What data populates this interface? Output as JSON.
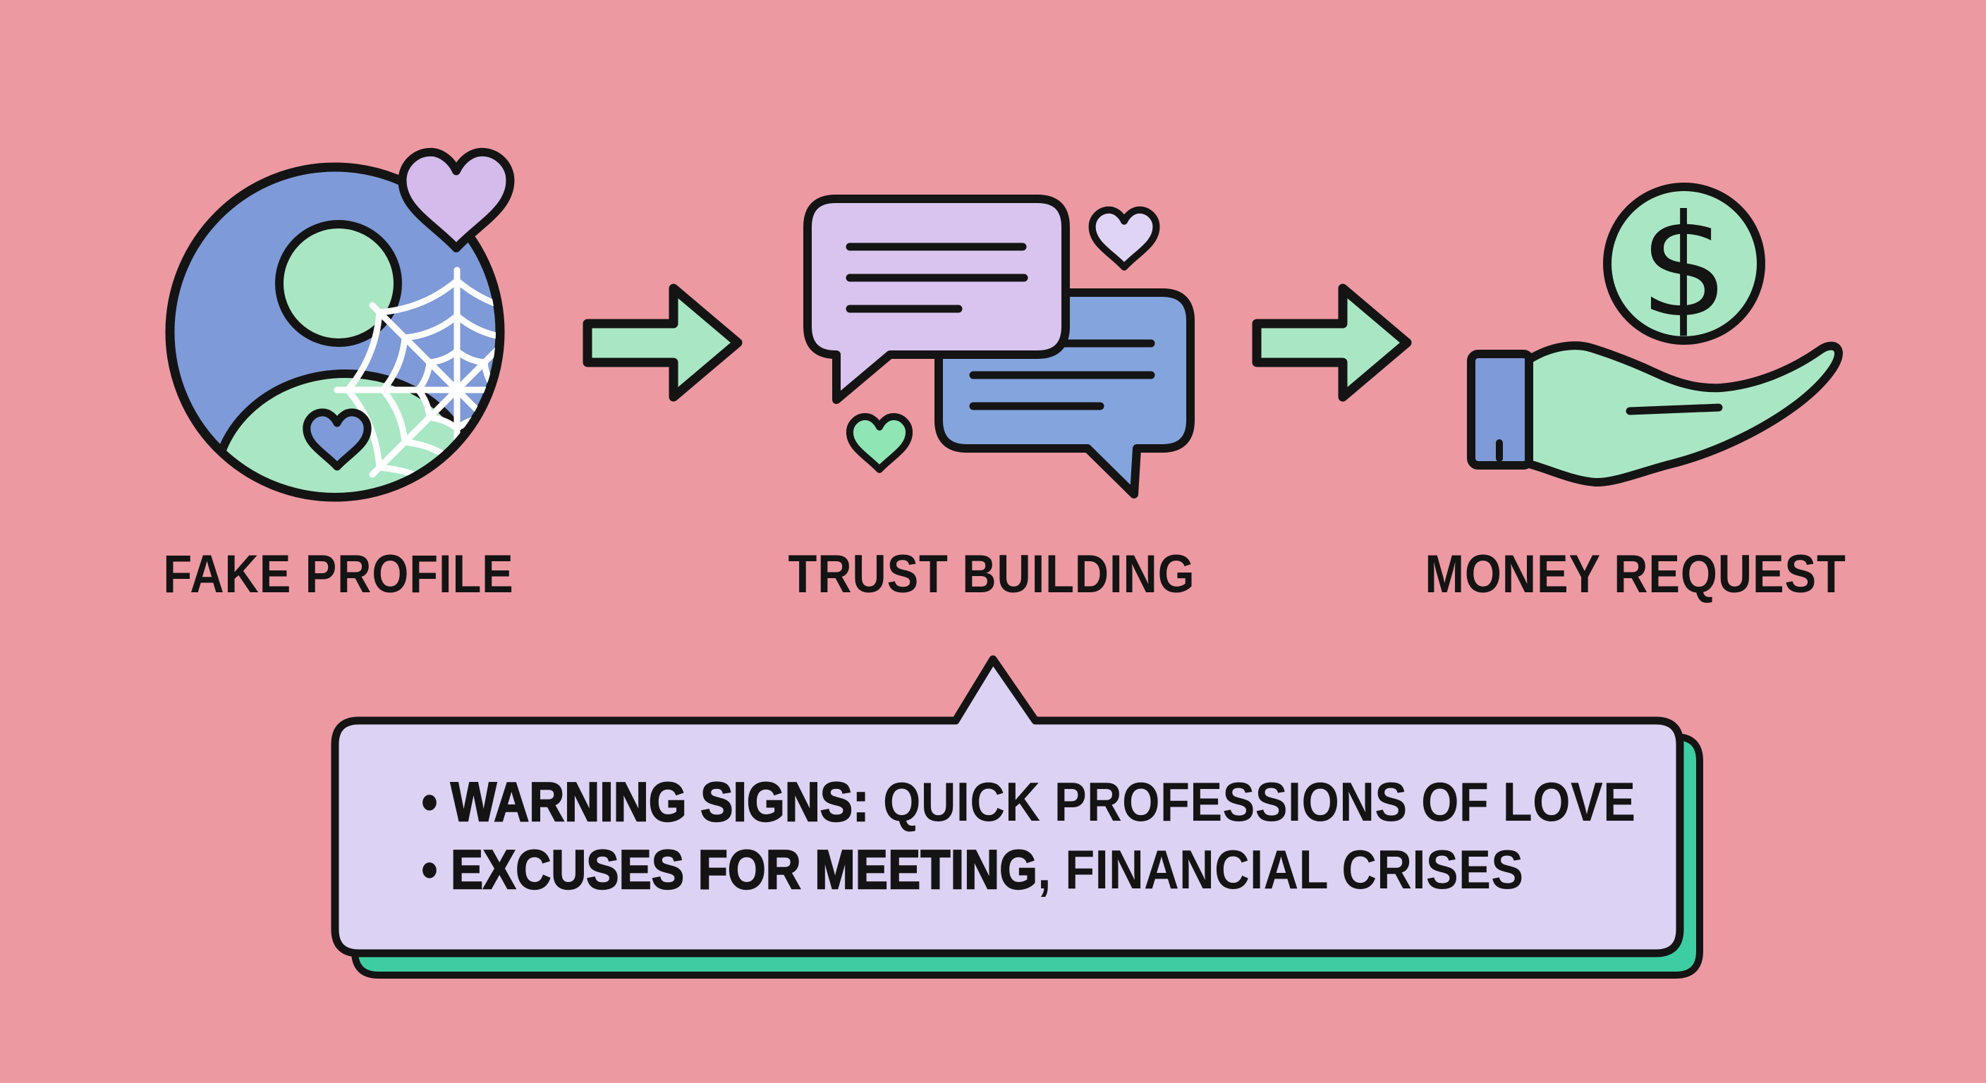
{
  "palette": {
    "background": "#ED99A2",
    "outline": "#141414",
    "blue": "#7E9AD8",
    "blue_light": "#84A4DD",
    "mint": "#A9E7C4",
    "mint_bright": "#8FE6B4",
    "purple": "#D9C4EF",
    "purple_light": "#E0D4F6",
    "heart_purple": "#D5BBEC",
    "lavender": "#DCD2F3",
    "teal": "#3ECDA3",
    "web_white": "#FFFFFF"
  },
  "stages": [
    {
      "label": "FAKE PROFILE"
    },
    {
      "label": "TRUST BUILDING"
    },
    {
      "label": "MONEY REQUEST",
      "coin_symbol": "$"
    }
  ],
  "warning_box": {
    "lines": [
      {
        "bullet": "•",
        "emphasis": "WARNING SIGNS:",
        "text": " QUICK PROFESSIONS OF LOVE"
      },
      {
        "bullet": "•",
        "emphasis": "EXCUSES FOR MEETING",
        "text": ", FINANCIAL CRISES"
      }
    ]
  }
}
